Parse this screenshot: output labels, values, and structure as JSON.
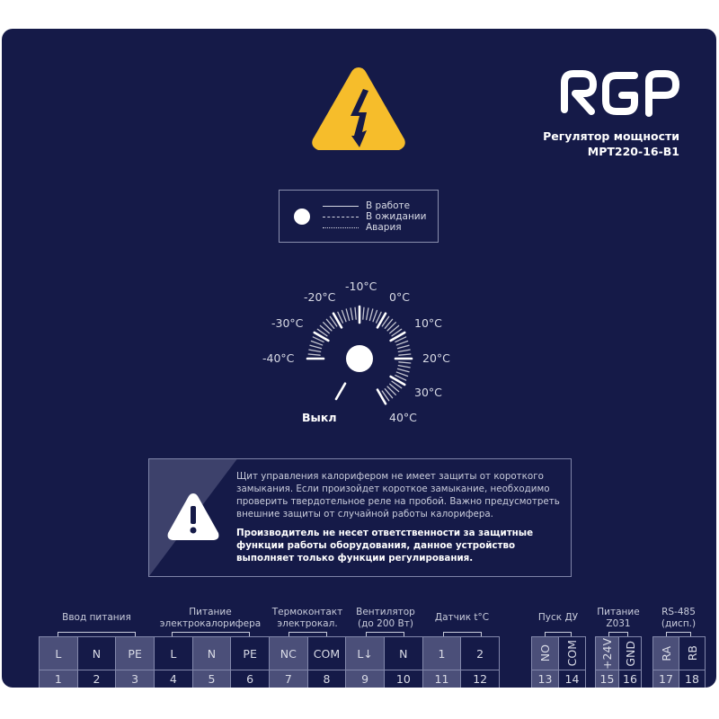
{
  "brand": {
    "logo_text": "RGP",
    "product_line1": "Регулятор мощности",
    "product_line2": "МРТ220-16-В1"
  },
  "colors": {
    "background": "#151a48",
    "warning_yellow": "#f6bd2b",
    "cell_light": "#4b4f79",
    "text": "#d9dbe6"
  },
  "icons": {
    "danger": "high-voltage-warning-icon",
    "indicator": "status-led-icon",
    "caution": "exclamation-warning-icon"
  },
  "legend": {
    "items": [
      {
        "style": "solid",
        "label": "В работе"
      },
      {
        "style": "dashed",
        "label": "В ожидании"
      },
      {
        "style": "dotted",
        "label": "Авария"
      }
    ]
  },
  "dial": {
    "off_label": "Выкл",
    "scale": [
      "-40°C",
      "-30°C",
      "-20°C",
      "-10°C",
      "0°C",
      "10°C",
      "20°C",
      "30°C",
      "40°C"
    ]
  },
  "warning": {
    "text": "Щит управления калорифером не имеет защиты от короткого замыкания. Если произойдет короткое замыкание, необходимо проверить твердотельное реле на пробой. Важно предусмотреть внешние защиты от случайной работы калорифера.",
    "bold_text": "Производитель не несет ответственности за защитные функции работы оборудования, данное устройство выполняет только функции регулирования."
  },
  "terminals": {
    "groups": [
      {
        "label1": "Ввод питания",
        "label2": ""
      },
      {
        "label1": "Питание",
        "label2": "электрокалорифера"
      },
      {
        "label1": "Термоконтакт",
        "label2": "электрокал."
      },
      {
        "label1": "Вентилятор",
        "label2": "(до 200 Вт)"
      },
      {
        "label1": "Датчик t°C",
        "label2": ""
      },
      {
        "label1": "Пуск ДУ",
        "label2": ""
      },
      {
        "label1": "Питание",
        "label2": "Z031"
      },
      {
        "label1": "RS-485",
        "label2": "(дисп.)"
      }
    ],
    "cells": [
      {
        "name": "L",
        "num": "1"
      },
      {
        "name": "N",
        "num": "2"
      },
      {
        "name": "PE",
        "num": "3"
      },
      {
        "name": "L",
        "num": "4"
      },
      {
        "name": "N",
        "num": "5"
      },
      {
        "name": "PE",
        "num": "6"
      },
      {
        "name": "NC",
        "num": "7"
      },
      {
        "name": "COM",
        "num": "8"
      },
      {
        "name": "L↓",
        "num": "9"
      },
      {
        "name": "N",
        "num": "10"
      },
      {
        "name": "1",
        "num": "11"
      },
      {
        "name": "2",
        "num": "12"
      },
      {
        "name": "NO",
        "num": "13"
      },
      {
        "name": "COM",
        "num": "14"
      },
      {
        "name": "+24V",
        "num": "15"
      },
      {
        "name": "GND",
        "num": "16"
      },
      {
        "name": "RA",
        "num": "17"
      },
      {
        "name": "RB",
        "num": "18"
      }
    ]
  }
}
